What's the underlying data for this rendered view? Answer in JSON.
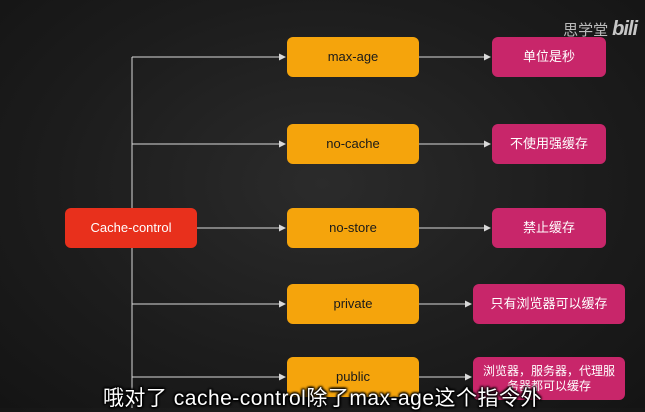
{
  "diagram": {
    "root": "Cache-control",
    "branches": [
      {
        "directive": "max-age",
        "meaning": "单位是秒"
      },
      {
        "directive": "no-cache",
        "meaning": "不使用强缓存"
      },
      {
        "directive": "no-store",
        "meaning": "禁止缓存"
      },
      {
        "directive": "private",
        "meaning": "只有浏览器可以缓存"
      },
      {
        "directive": "public",
        "meaning": "浏览器，服务器，代理服务器都可以缓存"
      }
    ]
  },
  "watermark": {
    "channel": "思学堂",
    "logo": "bili"
  },
  "subtitle": "哦对了 cache-control除了max-age这个指令外",
  "colors": {
    "root": "#e8301c",
    "directive": "#f5a40c",
    "meaning": "#c8266a",
    "line": "#d9d9d9"
  }
}
